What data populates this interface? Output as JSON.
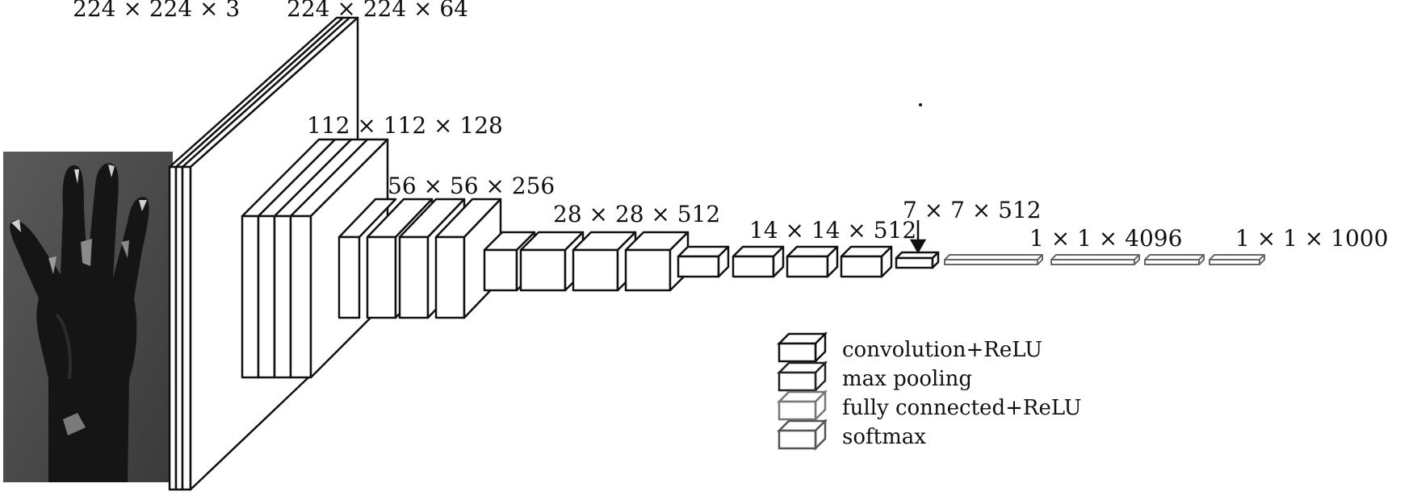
{
  "diagram": {
    "input_image_description_icon": "hand-photo",
    "layer_labels": [
      "224 × 224 × 3",
      "224 × 224 × 64",
      "112 × 112 × 128",
      "56 × 56 × 256",
      "28 × 28 × 512",
      "14 × 14 × 512",
      "7 × 7 × 512",
      "1 × 1 × 4096",
      "1 × 1 × 1000"
    ],
    "legend": [
      {
        "label": "convolution+ReLU",
        "color": "#111111"
      },
      {
        "label": "max pooling",
        "color": "#222222"
      },
      {
        "label": "fully connected+ReLU",
        "color": "#777777"
      },
      {
        "label": "softmax",
        "color": "#555555"
      }
    ]
  }
}
